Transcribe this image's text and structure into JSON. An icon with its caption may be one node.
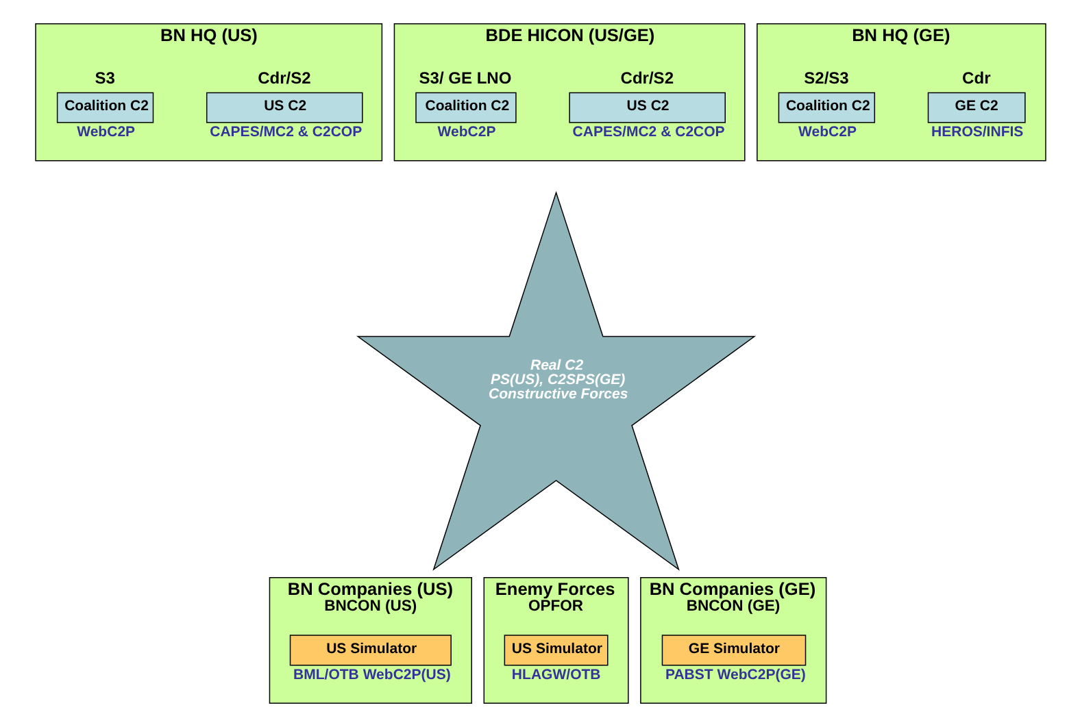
{
  "diagram": {
    "nodes": [
      {
        "text": [
          "BN HQ (US)"
        ]
      },
      {
        "text": [
          "US C2"
        ],
        "in": 0,
        "beside": [
          "Cdr/S2",
          "CAPES/MC2 & C2COP"
        ]
      },
      {
        "text": [
          "Coalition C2"
        ],
        "in": 0,
        "beside": [
          "S3",
          "WebC2P"
        ]
      },
      {
        "text": [
          "BDE HICON (US/GE)"
        ]
      },
      {
        "text": [
          "US C2"
        ],
        "in": 3,
        "beside": [
          "Cdr/S2",
          "CAPES/MC2 & C2COP"
        ]
      },
      {
        "text": [
          "Coalition C2"
        ],
        "in": 3,
        "beside": [
          "S3/ GE LNO",
          "WebC2P"
        ]
      },
      {
        "text": [
          "BN HQ (GE)"
        ]
      },
      {
        "text": [
          "GE C2"
        ],
        "in": 6,
        "beside": [
          "Cdr",
          "HEROS/INFIS"
        ]
      },
      {
        "text": [
          "Coalition C2"
        ],
        "in": 6,
        "beside": [
          "S2/S3",
          "WebC2P"
        ]
      },
      {
        "text": [
          "Real C2",
          "PS(US), C2SPS(GE)",
          "Constructive Forces"
        ]
      },
      {
        "text": [
          "BN Companies (US)",
          "BNCON (US)"
        ]
      },
      {
        "text": [
          "US Simulator"
        ],
        "in": 10,
        "beside": [
          "BML/OTB WebC2P(US)"
        ]
      },
      {
        "text": [
          "Enemy Forces",
          "OPFOR"
        ]
      },
      {
        "text": [
          "US Simulator"
        ],
        "in": 12,
        "beside": [
          "HLAGW/OTB"
        ]
      },
      {
        "text": [
          "BN Companies (GE)",
          "BNCON (GE)"
        ]
      },
      {
        "text": [
          "GE Simulator"
        ],
        "in": 14,
        "beside": [
          "PABST WebC2P(GE)"
        ]
      }
    ]
  }
}
